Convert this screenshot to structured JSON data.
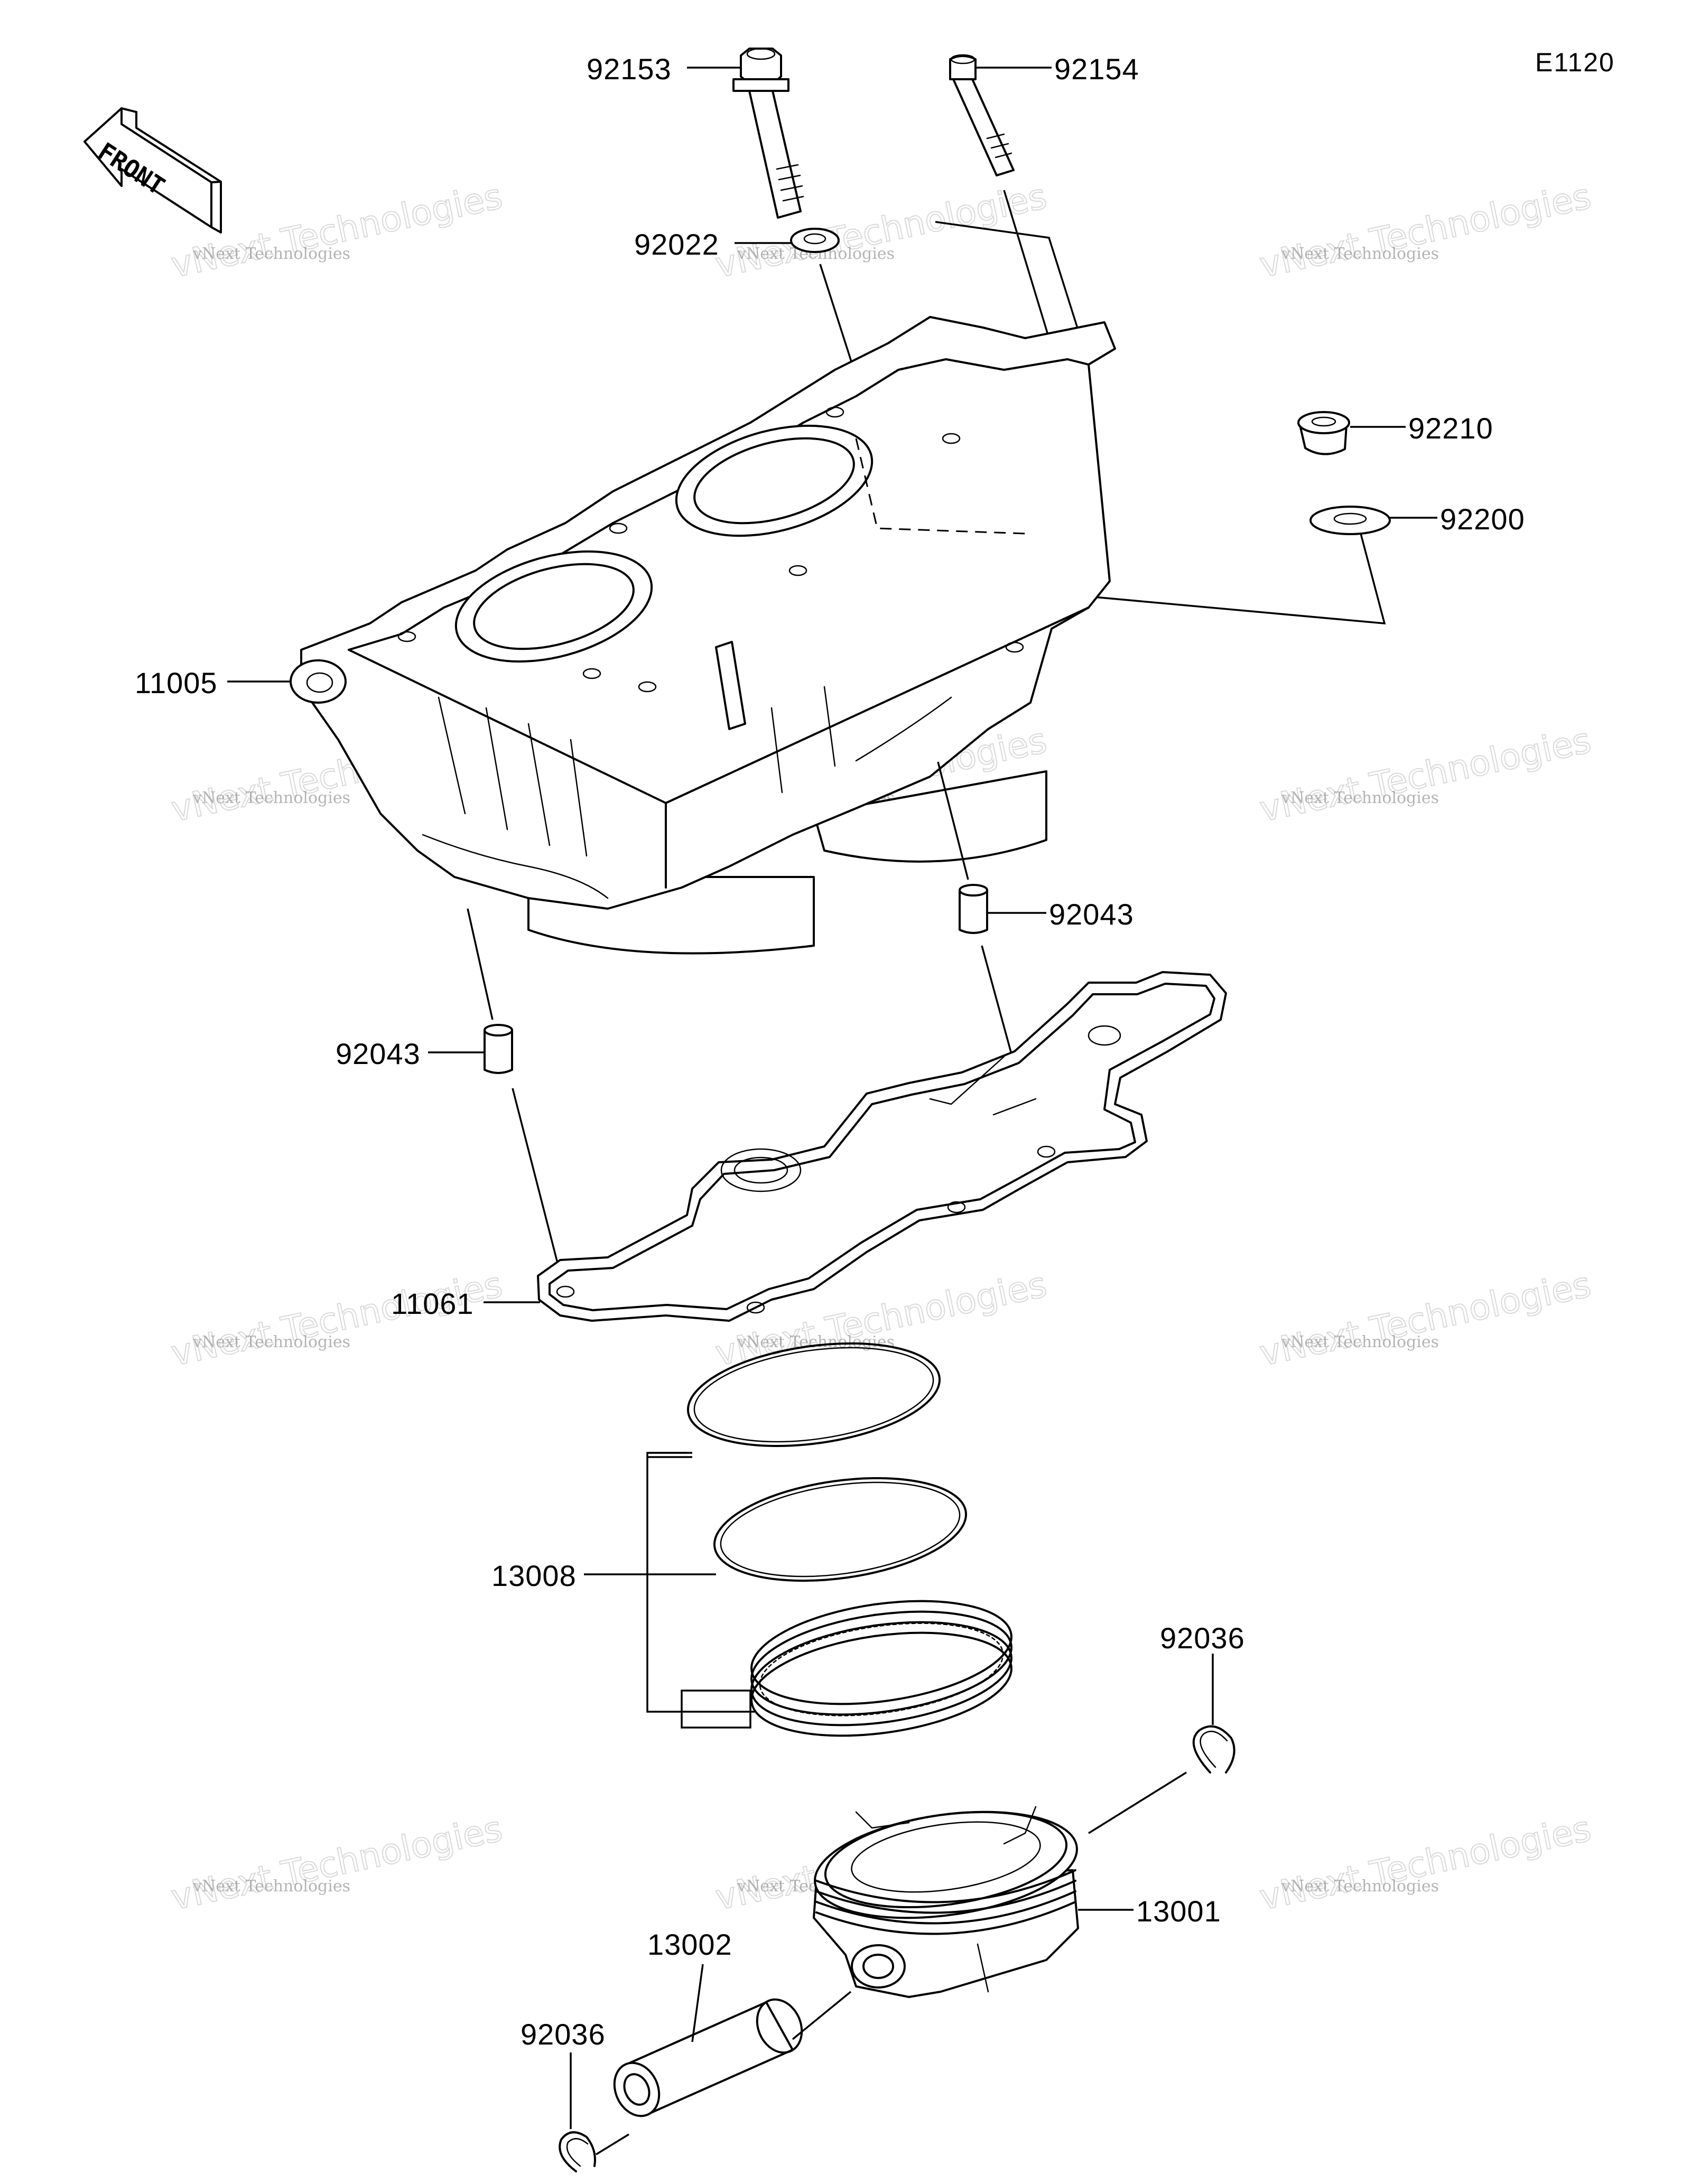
{
  "sheet_id": "E1120",
  "front_arrow": {
    "text": "FRONT"
  },
  "parts": {
    "p92153": "92153",
    "p92154": "92154",
    "p92022": "92022",
    "p92210": "92210",
    "p92200": "92200",
    "p11005": "11005",
    "p92043_right": "92043",
    "p92043_left": "92043",
    "p11061": "11061",
    "p13008": "13008",
    "p92036_right": "92036",
    "p13001": "13001",
    "p13002": "13002",
    "p92036_left": "92036"
  },
  "watermark": {
    "small": "vNext Technologies",
    "big": "vNext Technologies"
  }
}
